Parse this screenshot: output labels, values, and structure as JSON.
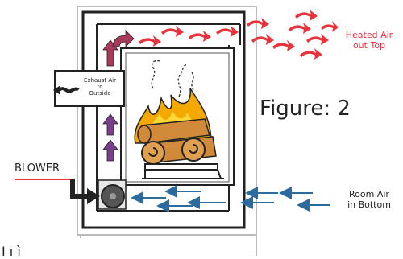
{
  "labels": {
    "heated_air": "Heated Air\nout Top",
    "room_air": "Room Air\nin Bottom",
    "exhaust_air": "Exhaust Air\nto\nOutside",
    "figure": "Figure: 2",
    "blower": "BLOWER",
    "partial_text": "I ı ı̀"
  },
  "colors": {
    "heated_air": "#e8333c",
    "room_air": "#2b6c9e",
    "warm_rising": "#a83a5c",
    "cool_rising": "#7a3e8a",
    "blower_line": "#e8333c",
    "fire_outer": "#f5a800",
    "fire_inner": "#fdd835",
    "log": "#d08a3a",
    "stove_outline": "#222222"
  }
}
